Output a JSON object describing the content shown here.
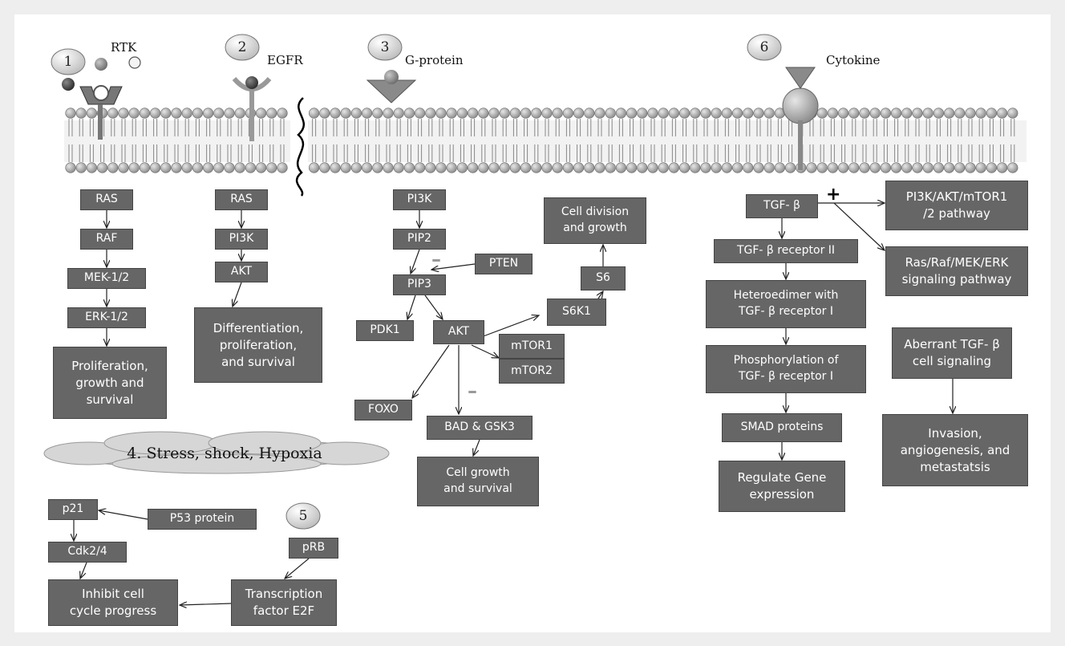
{
  "receptors": {
    "rtk": {
      "number": "1",
      "label": "RTK"
    },
    "egfr": {
      "number": "2",
      "label": "EGFR"
    },
    "gprotein": {
      "number": "3",
      "label": "G-protein"
    },
    "cytokine": {
      "number": "6",
      "label": "Cytokine"
    }
  },
  "pathway1": {
    "ras": "RAS",
    "raf": "RAF",
    "mek": "MEK-1/2",
    "erk": "ERK-1/2",
    "outcome": "Proliferation,\ngrowth and\nsurvival"
  },
  "pathway2": {
    "ras": "RAS",
    "pi3k": "PI3K",
    "akt": "AKT",
    "outcome": "Differentiation,\nproliferation,\nand survival"
  },
  "pathway3": {
    "pi3k": "PI3K",
    "pip2": "PIP2",
    "pten": "PTEN",
    "pip3": "PIP3",
    "pdk1": "PDK1",
    "akt": "AKT",
    "mtor1": "mTOR1",
    "mtor2": "mTOR2",
    "s6k1": "S6K1",
    "s6": "S6",
    "cell_division": "Cell division\nand growth",
    "foxo": "FOXO",
    "bad_gsk3": "BAD & GSK3",
    "cell_growth": "Cell growth\nand survival",
    "inhibit_sign": "–"
  },
  "pathway4": {
    "title": "4. Stress, shock, Hypoxia",
    "p53": "P53 protein",
    "p21": "p21",
    "cdk": "Cdk2/4",
    "inhibit": "Inhibit cell\ncycle progress"
  },
  "pathway5": {
    "number": "5",
    "prb": "pRB",
    "e2f": "Transcription\nfactor E2F"
  },
  "pathway6": {
    "tgf": "TGF- β",
    "receptor2": "TGF- β receptor II",
    "heterodimer": "Heteroedimer with\nTGF- β receptor I",
    "phosphorylation": "Phosphorylation of\nTGF- β receptor I",
    "smad": "SMAD proteins",
    "regulate": "Regulate Gene\nexpression",
    "pi3k_pathway": "PI3K/AKT/mTOR1\n/2 pathway",
    "ras_pathway": "Ras/Raf/MEK/ERK\nsignaling pathway",
    "aberrant": "Aberrant TGF- β\ncell signaling",
    "invasion": "Invasion,\nangiogenesis, and\nmetastatsis",
    "plus_sign": "+"
  }
}
